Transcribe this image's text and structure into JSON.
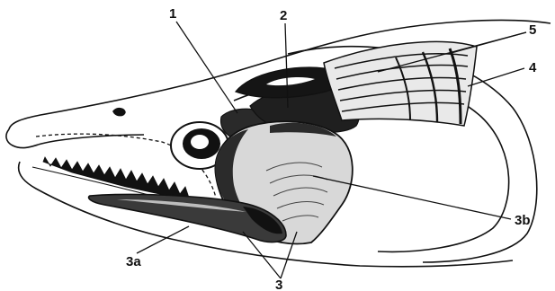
{
  "labels": {
    "l1": "1",
    "l2": "2",
    "l3": "3",
    "l3a": "3a",
    "l3b": "3b",
    "l4": "4",
    "l5": "5"
  },
  "colors": {
    "ink": "#111111",
    "background": "#ffffff"
  }
}
